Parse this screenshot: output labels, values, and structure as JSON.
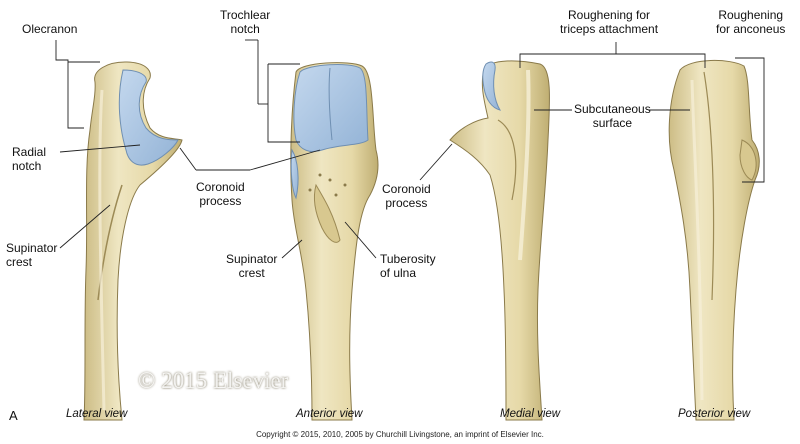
{
  "labels": {
    "olecranon": "Olecranon",
    "radial_notch": [
      "Radial",
      "notch"
    ],
    "supinator_crest_left": [
      "Supinator",
      "crest"
    ],
    "coronoid_process_1": [
      "Coronoid",
      "process"
    ],
    "trochlear_notch": [
      "Trochlear",
      "notch"
    ],
    "supinator_crest_mid": [
      "Supinator",
      "crest"
    ],
    "tuberosity_of_ulna": [
      "Tuberosity",
      "of ulna"
    ],
    "coronoid_process_2": [
      "Coronoid",
      "process"
    ],
    "roughening_triceps": [
      "Roughening for",
      "triceps attachment"
    ],
    "subcutaneous_surface": [
      "Subcutaneous",
      "surface"
    ],
    "roughening_anconeus": [
      "Roughening",
      "for anconeus"
    ]
  },
  "views": {
    "lateral": "Lateral view",
    "anterior": "Anterior view",
    "medial": "Medial view",
    "posterior": "Posterior view"
  },
  "panel_letter": "A",
  "watermark": "© 2015 Elsevier",
  "copyright": "Copyright © 2015, 2010, 2005 by Churchill Livingstone, an imprint of Elsevier Inc.",
  "colors": {
    "bone": "#e8ddb0",
    "bone_shadow": "#c9b97f",
    "bone_outline": "#8a7a4a",
    "cartilage": "#a9c6e4",
    "cartilage_outline": "#6f8fb2",
    "leader": "#222222"
  }
}
